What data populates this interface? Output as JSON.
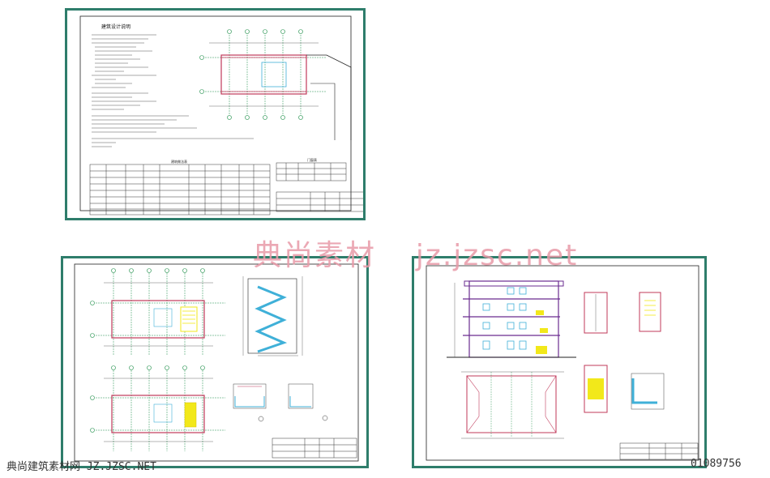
{
  "watermark": {
    "cn": "典尚素材",
    "domain": "jz.jzsc.net"
  },
  "footer": {
    "left": "典尚建筑素材网 JZ.JZSC.NET",
    "right": "01089756"
  },
  "sheet1": {
    "title": "建筑设计说明",
    "table_title": "建筑做法表",
    "table2_title": "门窗表"
  },
  "colors": {
    "frame": "#2e7d6b",
    "wall": "#c0395a",
    "grid": "#1f8f4a",
    "stair": "#3fb0d8",
    "yellow": "#f2e81a",
    "purple": "#6a2b8f"
  }
}
